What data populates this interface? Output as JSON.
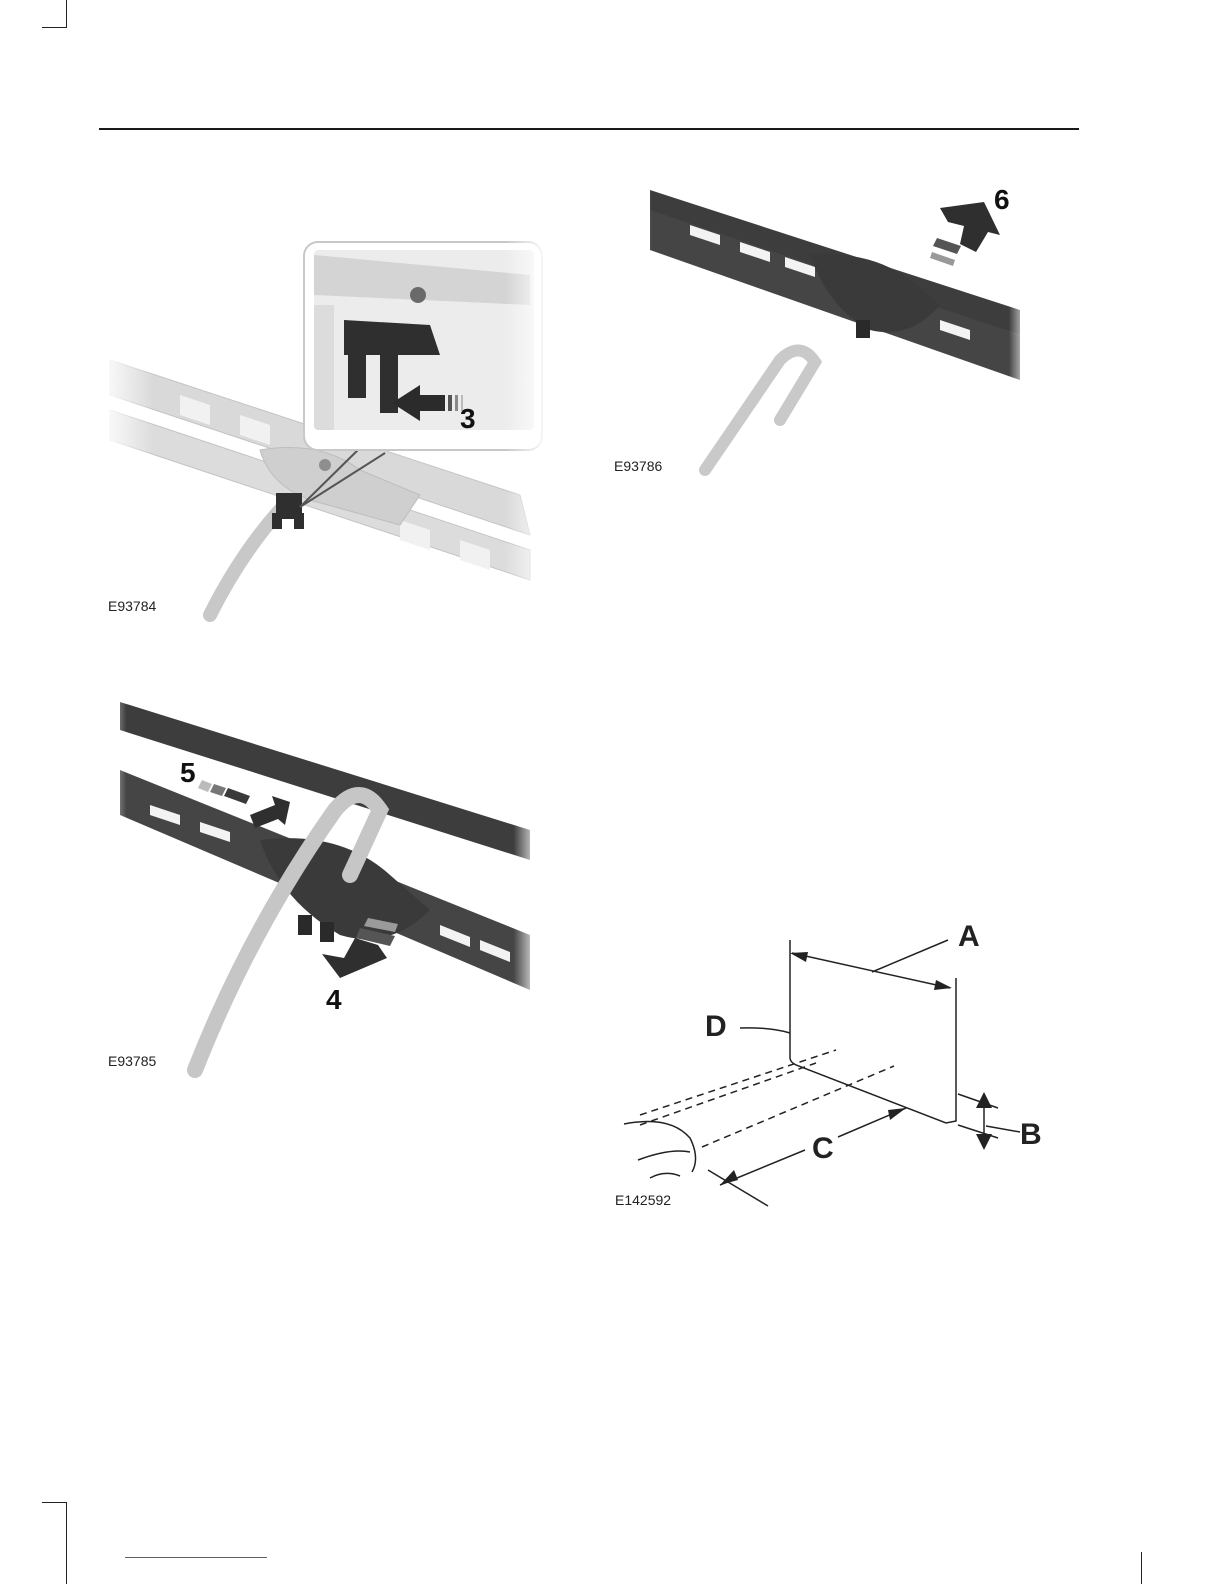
{
  "figures": {
    "fig1": {
      "code": "E93784",
      "callout": "3"
    },
    "fig2": {
      "code": "E93786",
      "callout": "6"
    },
    "fig3": {
      "code": "E93785",
      "callout_5": "5",
      "callout_4": "4"
    },
    "fig4": {
      "code": "E142592",
      "labels": {
        "a": "A",
        "b": "B",
        "c": "C",
        "d": "D"
      }
    }
  },
  "colors": {
    "rule": "#1a1a1a",
    "blade_dark": "#3b3b3b",
    "blade_light": "#d7d7d7",
    "link": "#3a5fcd"
  }
}
